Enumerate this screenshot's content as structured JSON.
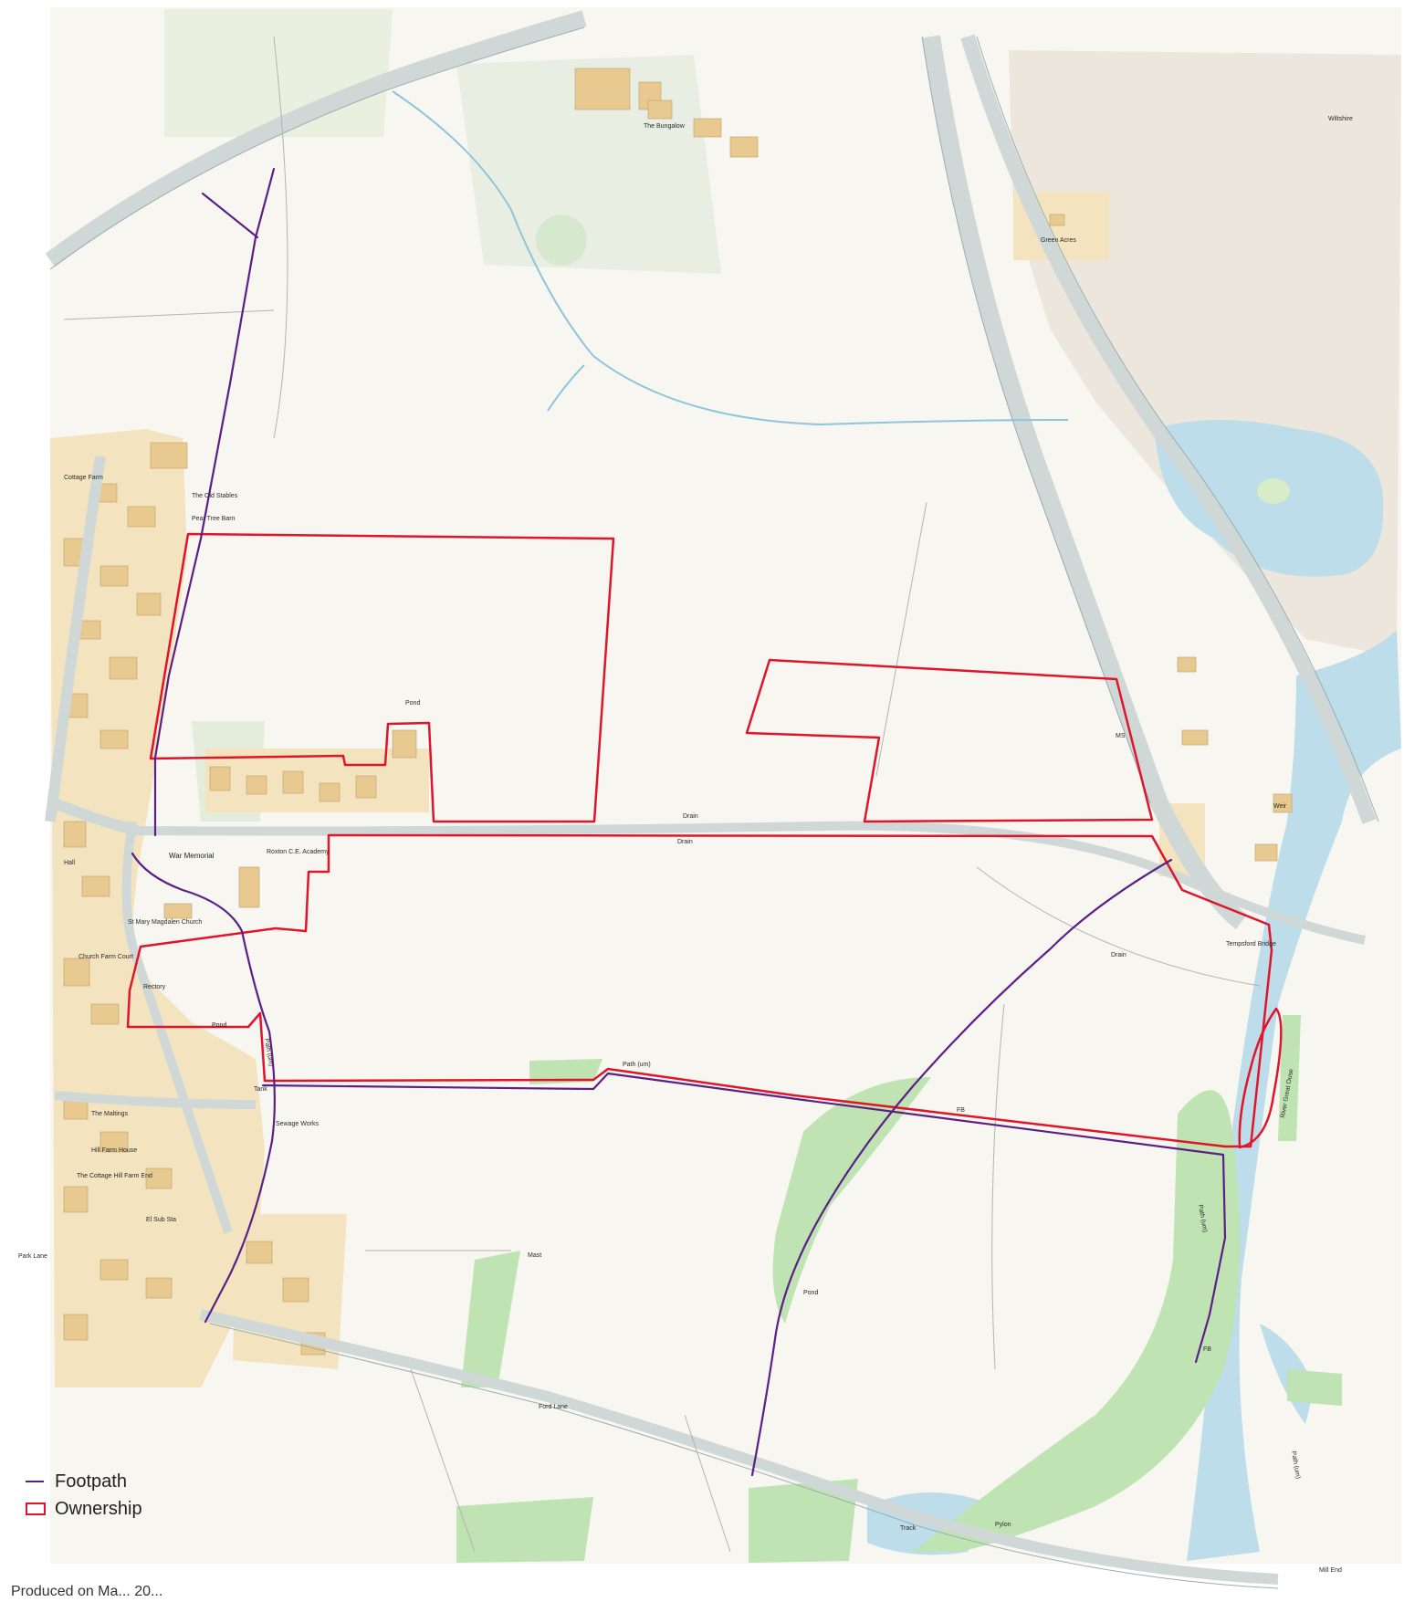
{
  "legend": {
    "footpath_label": "Footpath",
    "ownership_label": "Ownership"
  },
  "footer": {
    "produced_text": "Produced on Ma... 20..."
  },
  "labels": {
    "war_memorial": "War Memorial",
    "church": "St Mary Magdalen Church",
    "academy": "Roxton C.E. Academy",
    "rectory": "Rectory",
    "pond_1": "Pond",
    "pond_2": "Pond",
    "pond_3": "Pond",
    "drain_1": "Drain",
    "drain_2": "Drain",
    "drain_3": "Drain",
    "path_um_1": "Path (um)",
    "path_um_2": "Path (um)",
    "path_um_3": "Path (um)",
    "path_um_4": "Path (um)",
    "fb_1": "FB",
    "fb_2": "FB",
    "ms": "MS",
    "tempsford_bridge": "Tempsford Bridge",
    "mast": "Mast",
    "cottage_farm": "Cottage Farm",
    "old_stables": "The Old Stables",
    "pear_tree_barn": "Pear Tree Barn",
    "hall": "Hall",
    "church_farm_court": "Church Farm Court",
    "the_maltings": "The Maltings",
    "hill_farm_house": "Hill Farm House",
    "hill_farm_end": "The Cottage Hill Farm End",
    "sewage_works": "Sewage Works",
    "ford_lane": "Ford Lane",
    "park_lane": "Park Lane",
    "tank": "Tank",
    "track": "Track",
    "pylon": "Pylon",
    "weir": "Weir",
    "el_sub_sta": "El Sub Sta",
    "wiltshire": "Wiltshire",
    "green_acres": "Green Acres",
    "the_bungalow": "The Bungalow",
    "river_great_ouse": "River Great Ouse",
    "mill_end": "Mill End"
  },
  "colors": {
    "footpath": "#5b1f86",
    "ownership": "#e0142a",
    "building_area": "#f3e4bf",
    "building": "#e8c98f",
    "water": "#bcdde9",
    "woodland": "#bfe3b3",
    "road": "#dde3e2"
  }
}
